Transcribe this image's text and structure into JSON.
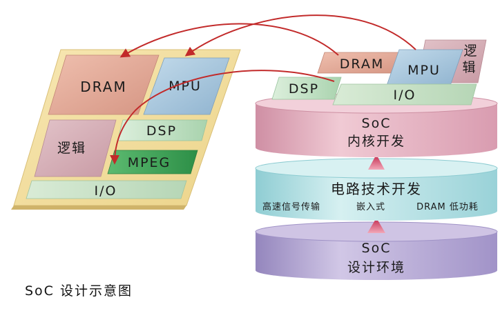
{
  "left_chip": {
    "dram": "DRAM",
    "mpu": "MPU",
    "logic": "逻辑",
    "dsp": "DSP",
    "mpeg": "MPEG",
    "io": "I/O"
  },
  "right_stack": {
    "top_layer": {
      "dram": "DRAM",
      "mpu": "MPU",
      "logic": "逻辑",
      "dsp": "DSP",
      "io": "I/O"
    },
    "soc_core": {
      "line1": "SoC",
      "line2": "内核开发"
    },
    "circuit": {
      "title": "电路技术开发",
      "item1": "高速信号传输",
      "item2": "嵌入式",
      "item3": "DRAM 低功耗"
    },
    "soc_env": {
      "line1": "SoC",
      "line2": "设计环境"
    }
  },
  "caption": "SoC 设计示意图",
  "colors": {
    "chip_base": "#f3e0a0",
    "dram": "#e3a796",
    "mpu": "#a9c7de",
    "logic": "#d6b0b8",
    "dsp": "#c9e3cc",
    "mpeg": "#3fa65a",
    "io": "#c9e0c9",
    "arrow": "#c22a2a",
    "soc_core_disk": "#e3b1bf",
    "circuit_disk": "#b8e0e3",
    "env_disk": "#b5a7cf"
  }
}
